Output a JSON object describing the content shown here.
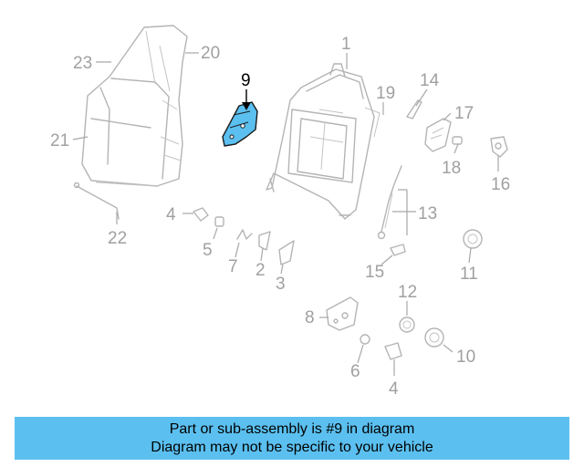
{
  "diagram": {
    "highlight_color": "#5bc0f0",
    "highlighted_callout": "9",
    "callouts": {
      "c1": "1",
      "c2": "2",
      "c3": "3",
      "c4a": "4",
      "c4b": "4",
      "c5": "5",
      "c6": "6",
      "c7": "7",
      "c8": "8",
      "c9": "9",
      "c10": "10",
      "c11": "11",
      "c12": "12",
      "c13": "13",
      "c14": "14",
      "c15": "15",
      "c16": "16",
      "c17": "17",
      "c18": "18",
      "c19": "19",
      "c20": "20",
      "c21": "21",
      "c22": "22",
      "c23": "23"
    }
  },
  "banner": {
    "line1": "Part or sub-assembly is #9 in diagram",
    "line2": "Diagram may not be specific to your vehicle",
    "background": "#5bc0f0"
  }
}
